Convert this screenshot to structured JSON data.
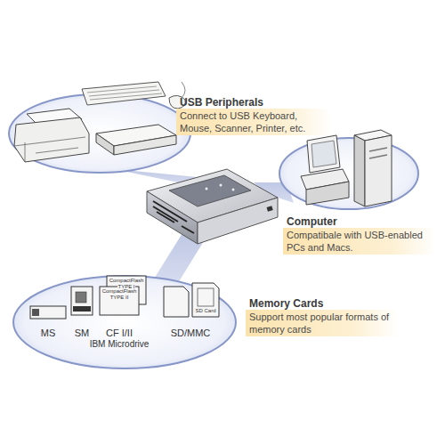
{
  "diagram": {
    "nodes": [
      {
        "text": [
          "USB Peripherals",
          "Connect to USB Keyboard, Mouse, Scanner, Printer, etc."
        ]
      },
      {
        "text": [
          "Computer",
          "Compatibale with USB-enabled PCs and Macs."
        ]
      },
      {
        "text": [
          "Memory Cards",
          "Support most popular formats of memory cards"
        ]
      }
    ],
    "labels": [
      "MS",
      "SM",
      "CF I/II",
      "IBM Microdrive",
      "SD/MMC",
      "CompactFlash",
      "TYPE I",
      "CompactFlash",
      "TYPE II",
      "SD Card"
    ]
  }
}
